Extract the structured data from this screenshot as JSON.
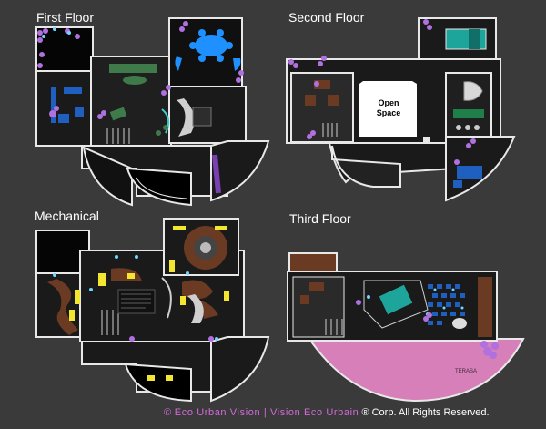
{
  "titles": {
    "first_floor": "First Floor",
    "second_floor": "Second Floor",
    "mechanical": "Mechanical",
    "third_floor": "Third Floor"
  },
  "labels": {
    "open_space_line1": "Open",
    "open_space_line2": "Space",
    "terasa": "TERASA"
  },
  "footer": {
    "copyright_symbol": "©",
    "brand": "Eco Urban Vision | Vision Eco Urbain",
    "rights": "® Corp. All Rights Reserved."
  },
  "colors": {
    "background": "#3a3a3a",
    "wall": "#e8e8e8",
    "floor": "#1a1a1a",
    "accent_blue": "#1e90ff",
    "accent_purple": "#b070e0",
    "terrace_pink": "#d77fb8",
    "brand_pink": "#d36bd9",
    "mech_yellow": "#f2e62e",
    "mech_brown": "#6b3a22"
  }
}
